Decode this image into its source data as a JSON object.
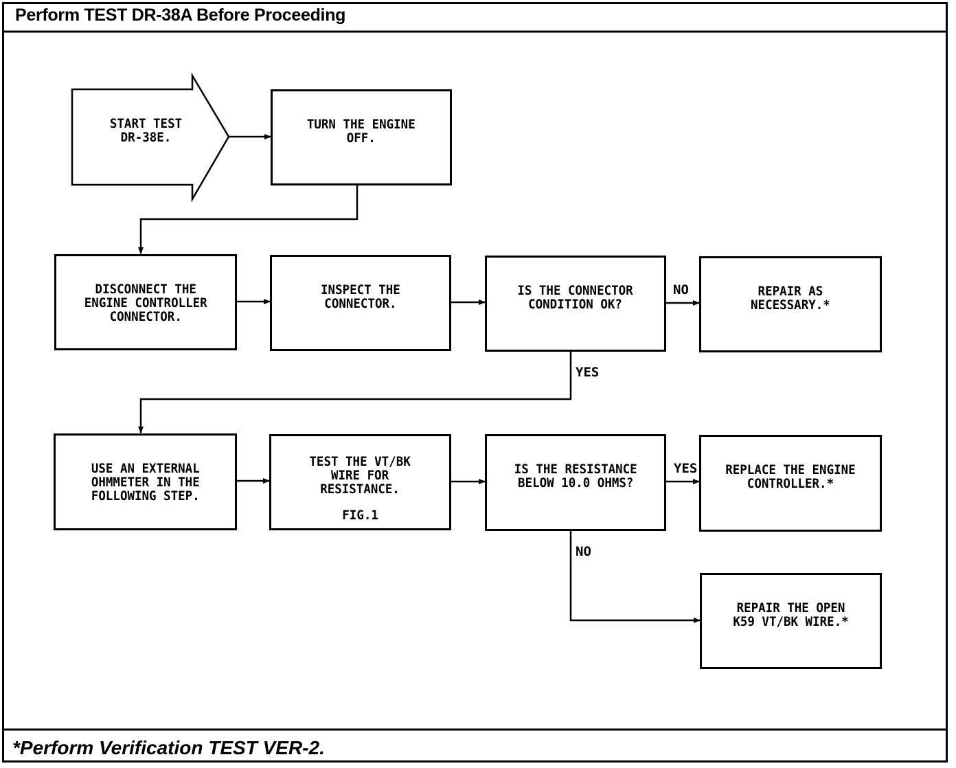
{
  "header": {
    "title": "Perform TEST DR-38A Before Proceeding"
  },
  "footer": {
    "note": "*Perform Verification TEST VER-2."
  },
  "nodes": {
    "start": {
      "text": "START TEST\nDR-38E."
    },
    "engine_off": {
      "text": "TURN THE ENGINE\nOFF."
    },
    "disconnect": {
      "text": "DISCONNECT THE\nENGINE CONTROLLER\nCONNECTOR."
    },
    "inspect": {
      "text": "INSPECT THE\nCONNECTOR."
    },
    "connector_ok": {
      "text": "IS THE CONNECTOR\nCONDITION OK?"
    },
    "repair_necessary": {
      "text": "REPAIR AS\nNECESSARY.*"
    },
    "use_ohmmeter": {
      "text": "USE AN EXTERNAL\nOHMMETER IN THE\nFOLLOWING STEP."
    },
    "test_wire": {
      "text": "TEST THE VT/BK\nWIRE FOR\nRESISTANCE."
    },
    "test_wire_fig": {
      "text": "FIG.1"
    },
    "resistance_check": {
      "text": "IS THE RESISTANCE\nBELOW 10.0 OHMS?"
    },
    "replace_controller": {
      "text": "REPLACE THE ENGINE\nCONTROLLER.*"
    },
    "repair_open": {
      "text": "REPAIR THE OPEN\nK59 VT/BK WIRE.*"
    }
  },
  "edge_labels": {
    "connector_no": "NO",
    "connector_yes": "YES",
    "resistance_yes": "YES",
    "resistance_no": "NO"
  }
}
